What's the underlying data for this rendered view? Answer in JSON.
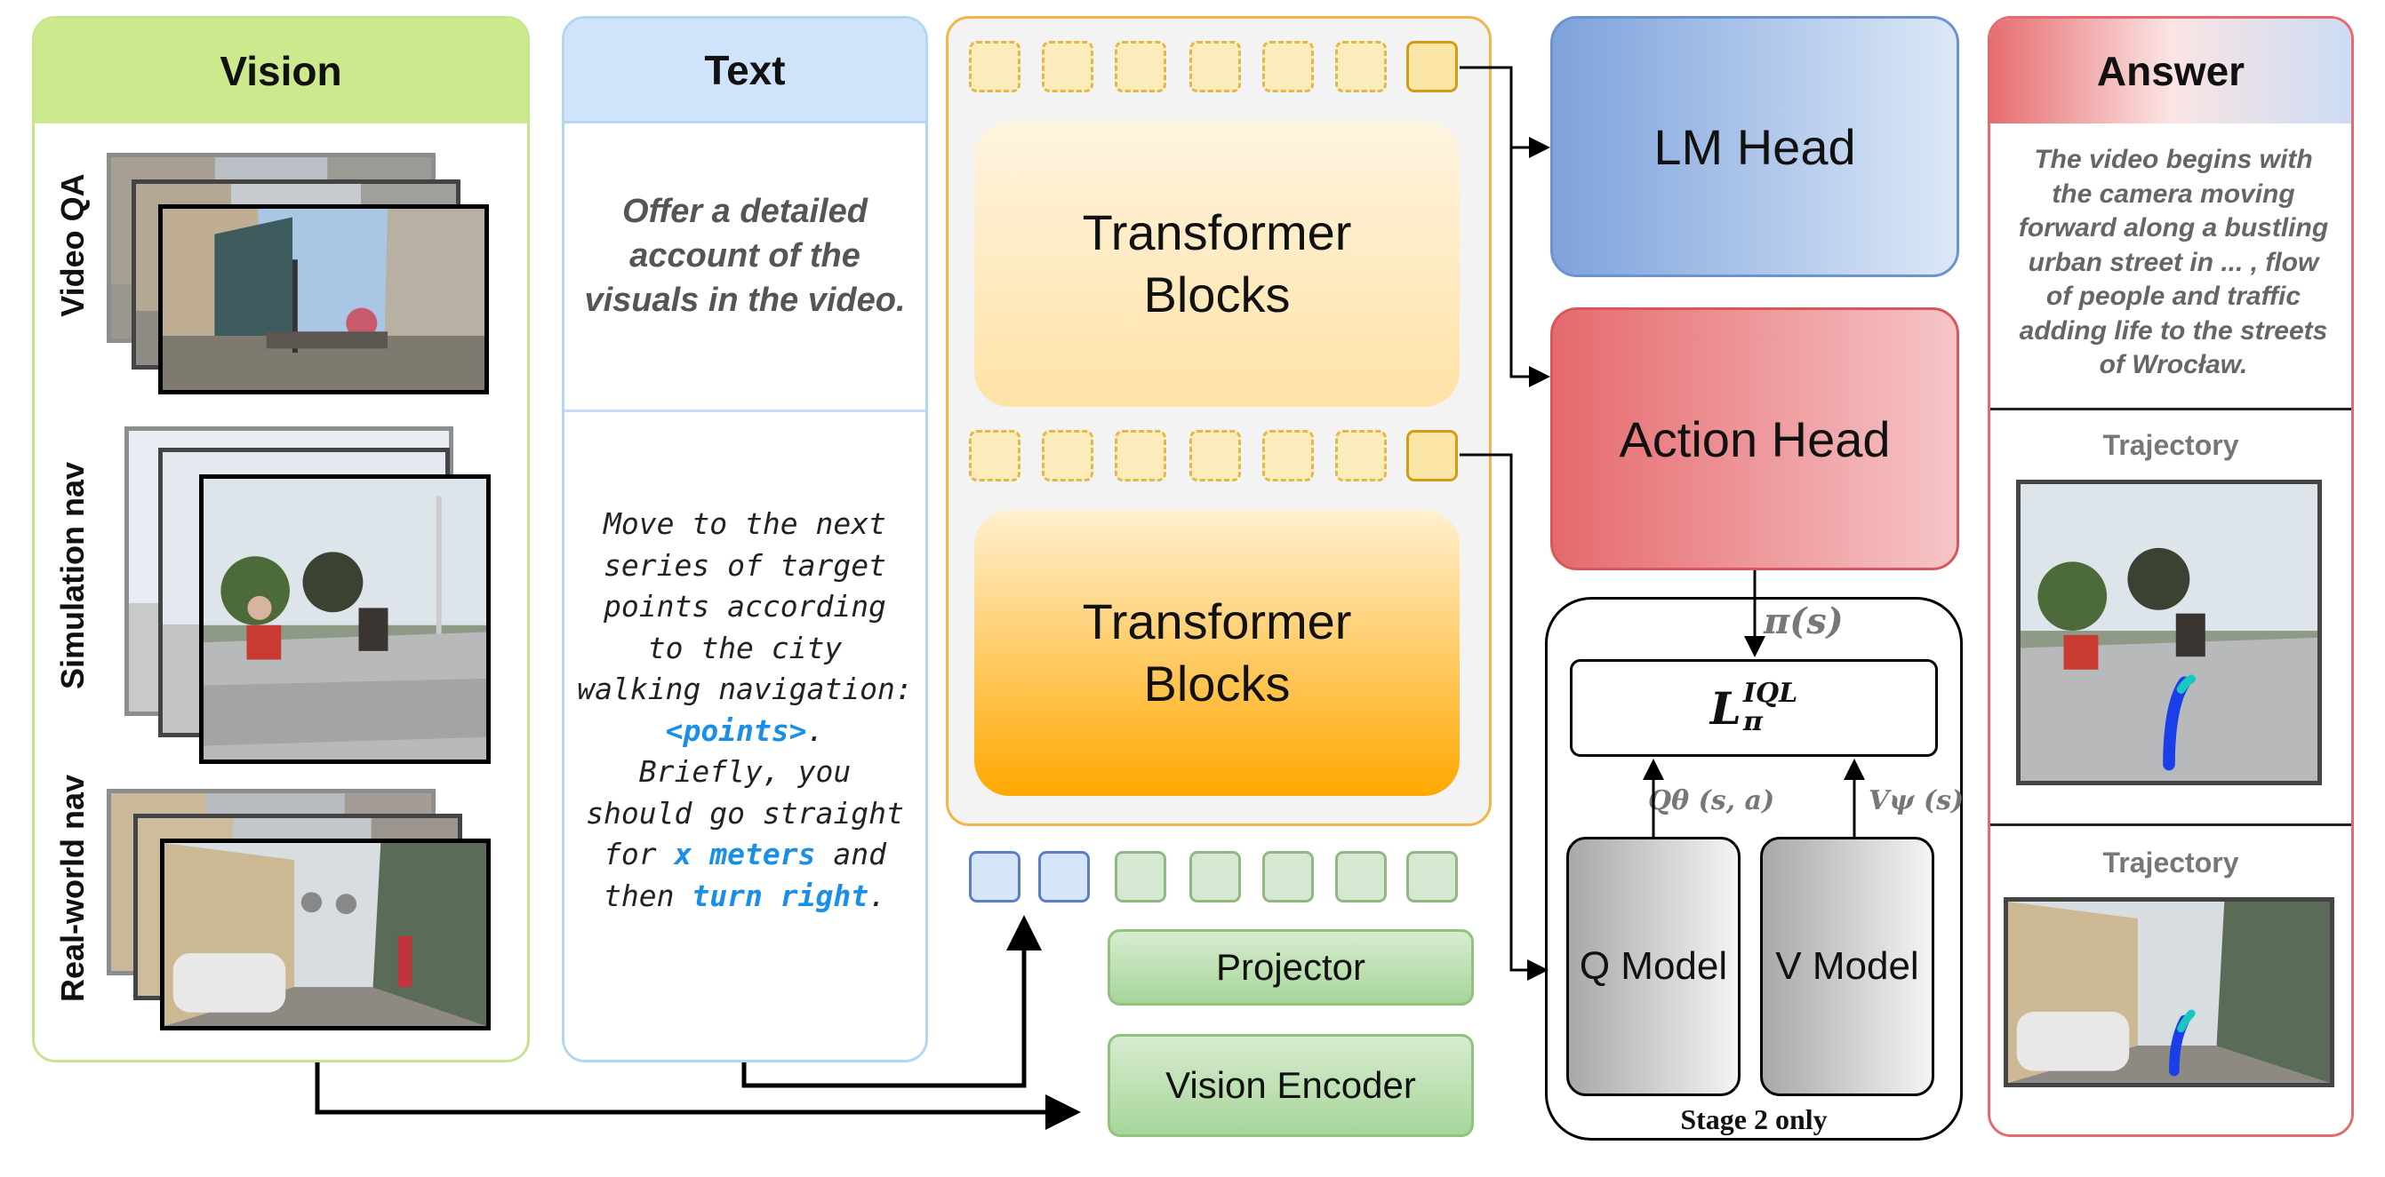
{
  "vision": {
    "title": "Vision",
    "rows": [
      "Video QA",
      "Simulation nav",
      "Real-world nav"
    ]
  },
  "text": {
    "title": "Text",
    "caption_prompt": [
      "Offer a detailed",
      "account of the",
      "visuals in the video."
    ],
    "nav_prompt": {
      "l1": "Move to the next",
      "l2": "series of target",
      "l3": "points according",
      "l4": "to the city",
      "l5": "walking navigation:",
      "points": "<points>",
      "period1": ".",
      "l7": "Briefly, you",
      "l8": "should go straight",
      "for": "for ",
      "meters": "x meters",
      "and": " and",
      "then": "then ",
      "turn": "turn right",
      "period2": "."
    }
  },
  "llm": {
    "top_block": [
      "Transformer",
      "Blocks"
    ],
    "bottom_block": [
      "Transformer",
      "Blocks"
    ],
    "projector": "Projector",
    "encoder": "Vision Encoder"
  },
  "heads": {
    "lm": "LM Head",
    "action": "Action Head",
    "policy": "π(s)",
    "loss": {
      "base": "L",
      "sup": "IQL",
      "sub": "π"
    },
    "q_label": "Qθ (s, a)",
    "v_label": "Vψ (s)",
    "q_model": "Q Model",
    "v_model": "V Model",
    "stage": "Stage 2 only"
  },
  "answer": {
    "title": "Answer",
    "text": [
      "The video begins with",
      "the camera moving",
      "forward along a bustling",
      "urban street in ... , flow",
      "of people and traffic",
      "adding life to the streets",
      "of Wrocław."
    ],
    "traj1": "Trajectory",
    "traj2": "Trajectory"
  },
  "colors": {
    "vision_accent": "#cde98e",
    "text_accent": "#cfe4fa",
    "llm_accent": "#f2b54a",
    "lm_head": "#7ea2dc",
    "action_head": "#e56a6e",
    "trajectory": "#1a3fe8"
  }
}
